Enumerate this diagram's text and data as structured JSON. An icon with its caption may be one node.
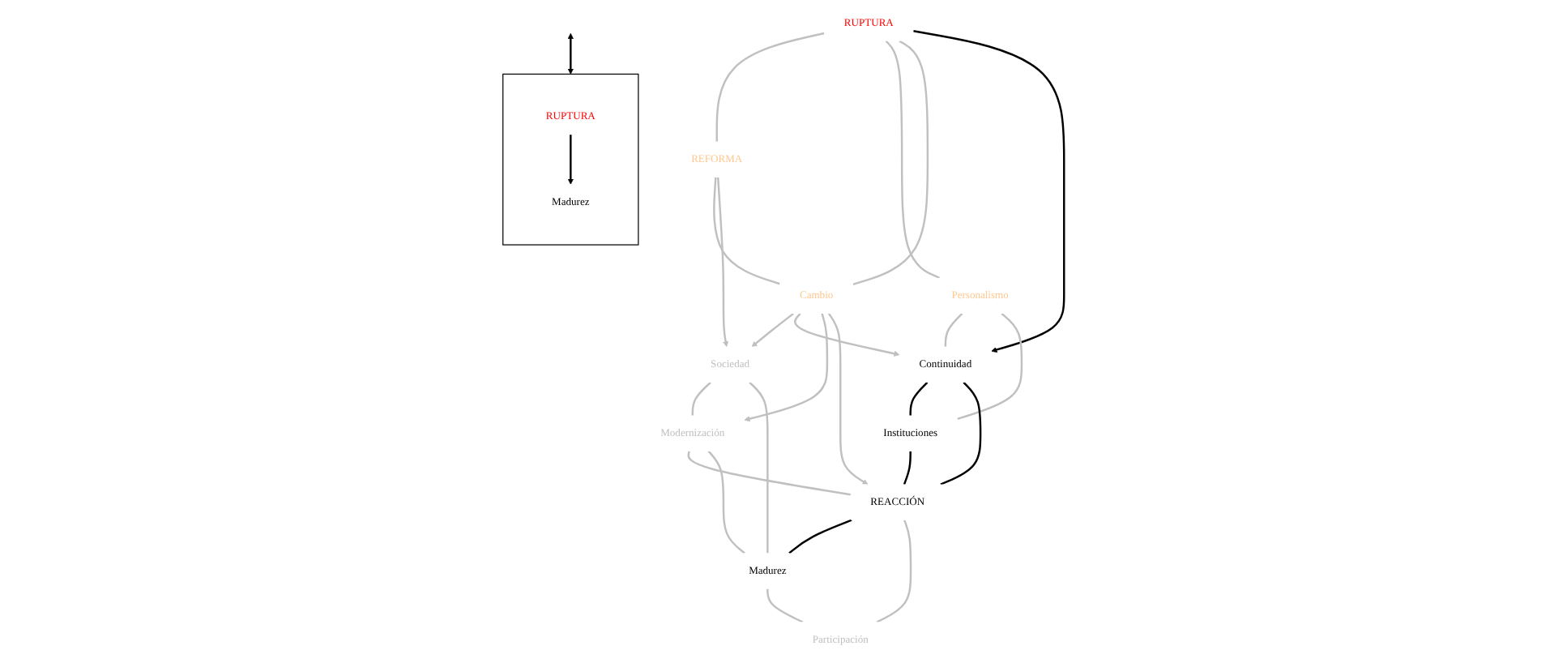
{
  "diagram": {
    "nodes": [
      {
        "text": [
          "RUPTURA"
        ]
      },
      {
        "text": [
          "REFORMA"
        ]
      },
      {
        "text": [
          "Personalismo"
        ]
      },
      {
        "text": [
          "Cambio"
        ]
      },
      {
        "text": [
          "Sociedad"
        ]
      },
      {
        "text": [
          "Continuidad"
        ]
      },
      {
        "text": [
          "Modernización"
        ]
      },
      {
        "text": [
          "Instituciones"
        ]
      },
      {
        "text": [
          "REACCIÓN"
        ]
      },
      {
        "text": [
          "Madurez"
        ]
      },
      {
        "text": [
          "Participación"
        ]
      },
      {
        "text": [],
        "shape": "box"
      },
      {
        "text": [
          "RUPTURA"
        ],
        "in": 11
      },
      {
        "text": [
          "Madurez"
        ],
        "in": 11
      }
    ],
    "edges": [
      {
        "from": 0,
        "to": 1,
        "arrow": "none"
      },
      {
        "from": 0,
        "to": 2,
        "arrow": "none"
      },
      {
        "from": 0,
        "to": 3,
        "arrow": "none"
      },
      {
        "from": 1,
        "to": 3,
        "arrow": "none"
      },
      {
        "from": 1,
        "to": 4,
        "arrow": "to"
      },
      {
        "from": 0,
        "to": 5,
        "arrow": "to",
        "color": "#000000"
      },
      {
        "from": 3,
        "to": 4,
        "arrow": "to"
      },
      {
        "from": 2,
        "to": 5,
        "arrow": "none"
      },
      {
        "from": 2,
        "to": 7,
        "arrow": "none"
      },
      {
        "from": 3,
        "to": 5,
        "arrow": "to"
      },
      {
        "from": 3,
        "to": 6,
        "arrow": "to"
      },
      {
        "from": 3,
        "to": 8,
        "arrow": "to"
      },
      {
        "from": 4,
        "to": 6,
        "arrow": "none"
      },
      {
        "from": 4,
        "to": 9,
        "arrow": "none"
      },
      {
        "from": 5,
        "to": 7,
        "arrow": "none",
        "color": "#000000"
      },
      {
        "from": 5,
        "to": 8,
        "arrow": "none",
        "color": "#000000"
      },
      {
        "from": 6,
        "to": 8,
        "arrow": "none"
      },
      {
        "from": 6,
        "to": 9,
        "arrow": "none"
      },
      {
        "from": 7,
        "to": 8,
        "arrow": "none",
        "color": "#000000"
      },
      {
        "from": 8,
        "to": 9,
        "arrow": "none",
        "color": "#000000"
      },
      {
        "from": 8,
        "to": 10,
        "arrow": "none"
      },
      {
        "from": 9,
        "to": 10,
        "arrow": "none"
      },
      {
        "from": null,
        "to": 11,
        "arrow": "both",
        "color": "#000000"
      },
      {
        "from": 12,
        "to": 13,
        "arrow": "to",
        "color": "#000000"
      }
    ]
  }
}
